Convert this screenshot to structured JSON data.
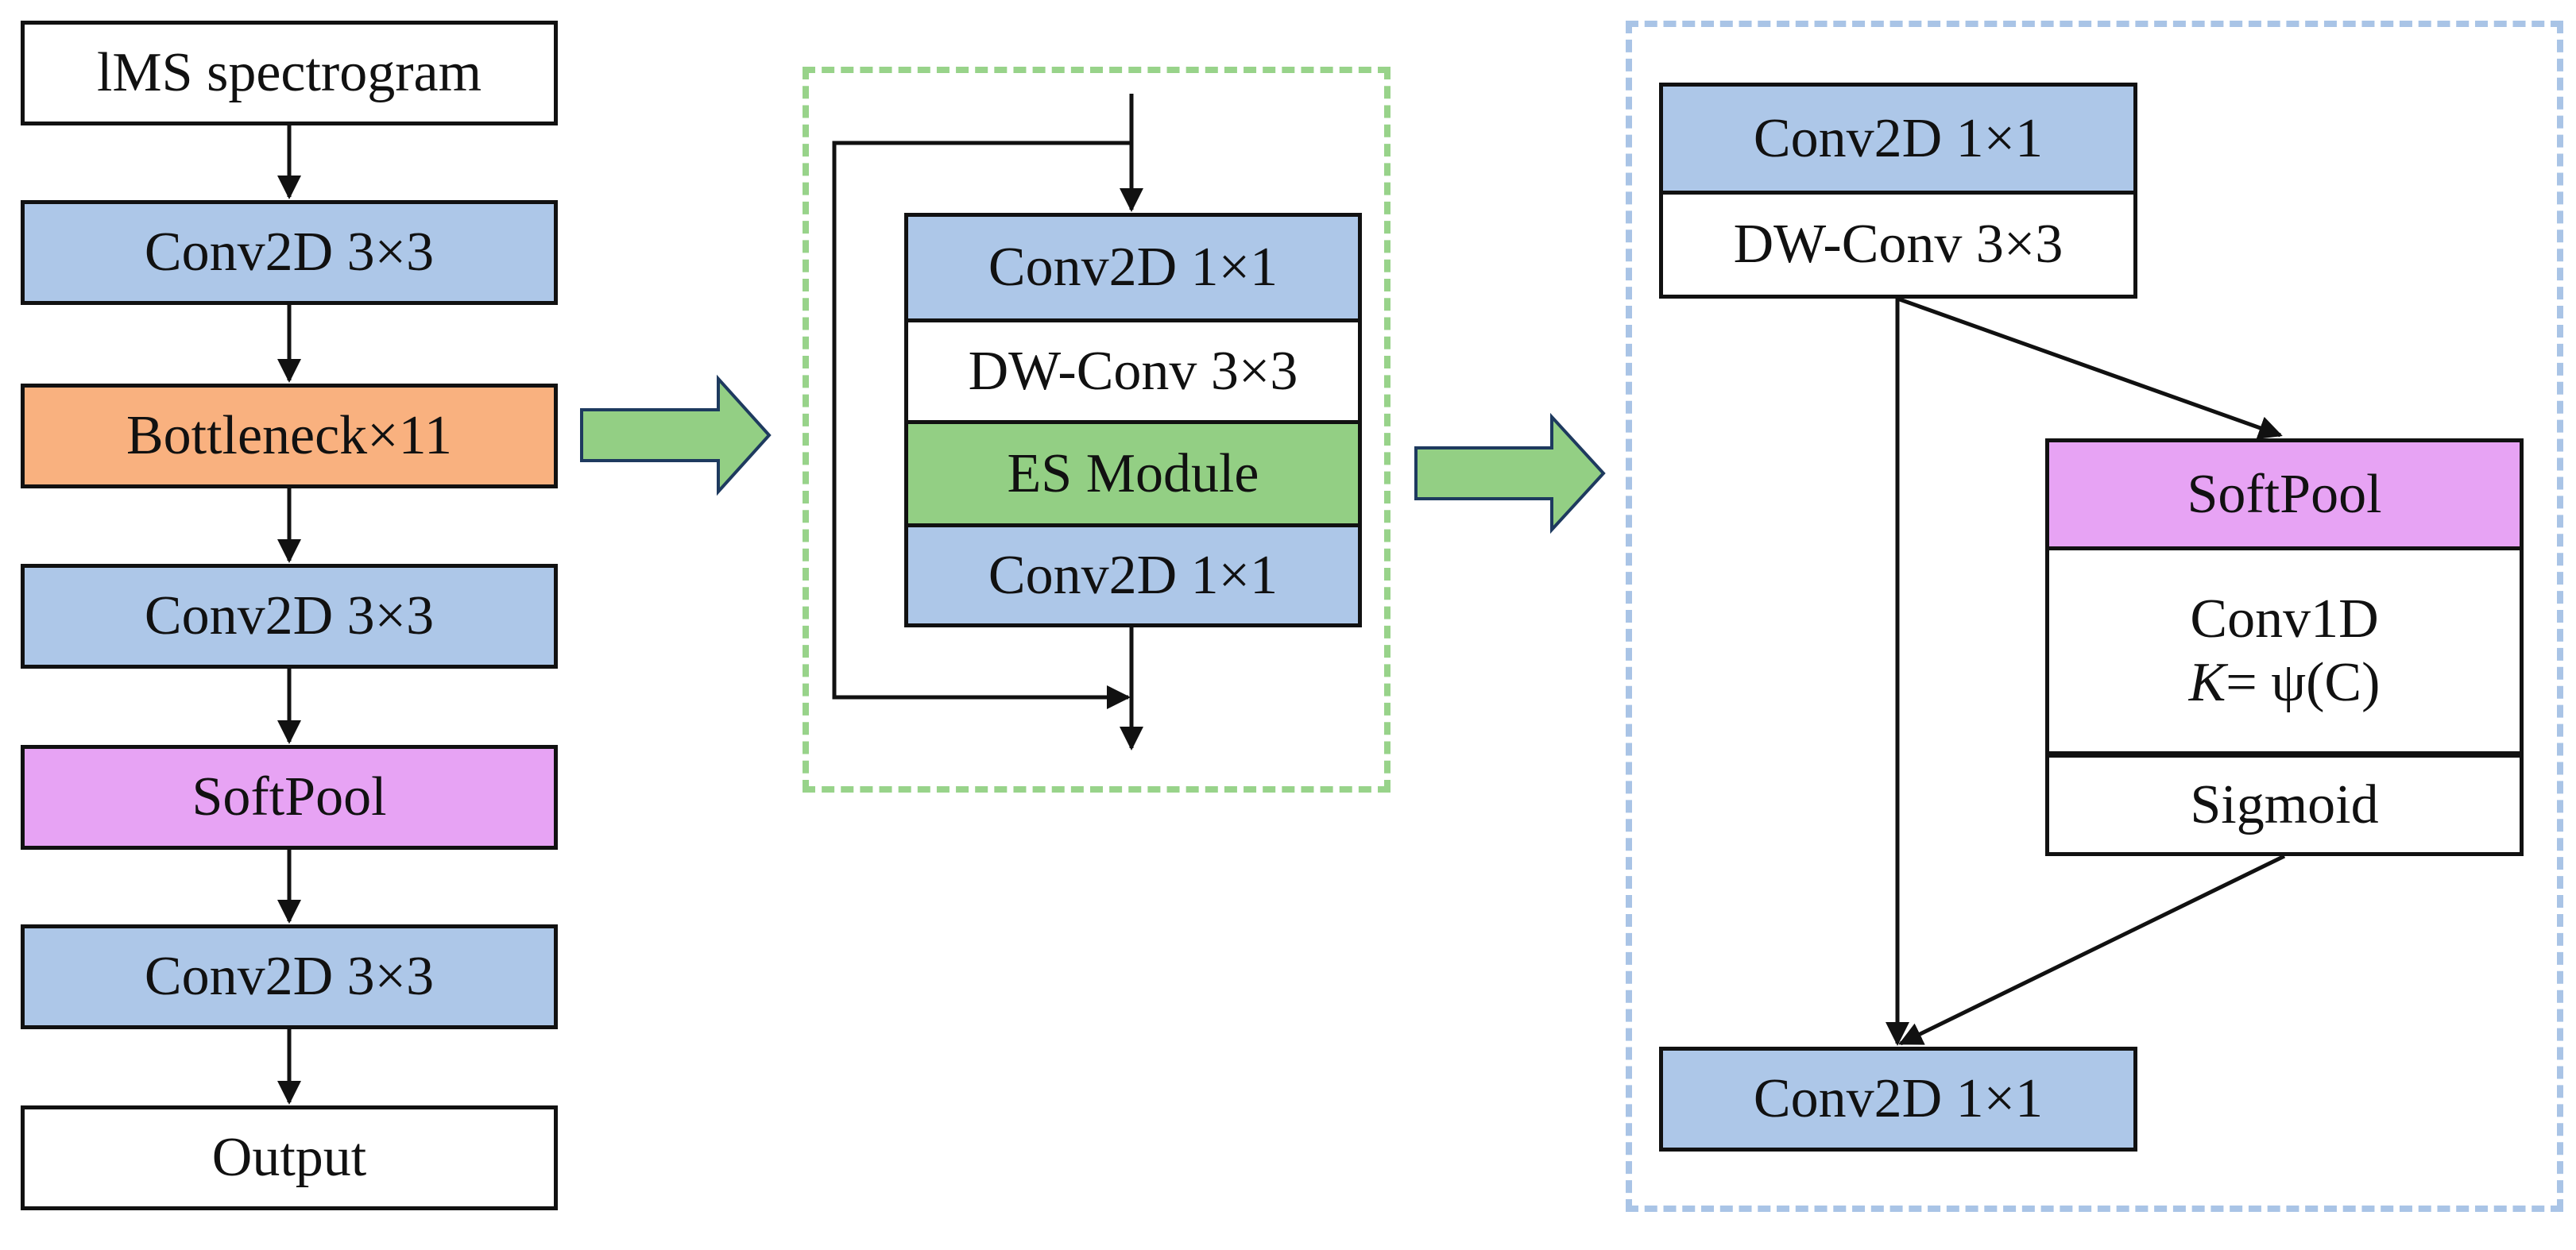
{
  "left_column": {
    "input": "lMS spectrogram",
    "conv_a": "Conv2D 3×3",
    "bottleneck": "Bottleneck×11",
    "conv_b": "Conv2D 3×3",
    "softpool": "SoftPool",
    "conv_c": "Conv2D 3×3",
    "output": "Output"
  },
  "bottleneck_block": {
    "conv_top": "Conv2D 1×1",
    "dw_conv": "DW-Conv 3×3",
    "es_module": "ES Module",
    "conv_bottom": "Conv2D 1×1"
  },
  "es_module_detail": {
    "conv_top": "Conv2D 1×1",
    "dw_conv": "DW-Conv 3×3",
    "softpool": "SoftPool",
    "conv1d_line1": "Conv1D",
    "conv1d_line2_k": "K",
    "conv1d_line2_rest": "= ψ(C)",
    "sigmoid": "Sigmoid",
    "conv_bottom": "Conv2D 1×1"
  },
  "colors": {
    "conv_blue": "#adc7e8",
    "bottleneck_orange": "#f9b17f",
    "softpool_pink": "#e7a3f4",
    "es_green": "#93cf84",
    "big_arrow_green": "#93cf84",
    "dashed_green": "#98d38a",
    "dashed_blue": "#a9c4e6"
  }
}
